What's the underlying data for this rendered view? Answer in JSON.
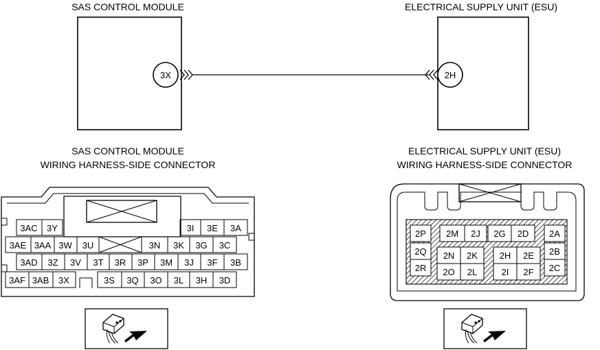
{
  "top": {
    "left_title": "SAS CONTROL MODULE",
    "right_title": "ELECTRICAL SUPPLY UNIT (ESU)",
    "left_terminal": "3X",
    "right_terminal": "2H"
  },
  "left_connector": {
    "title_line1": "SAS CONTROL MODULE",
    "title_line2": "WIRING HARNESS-SIDE CONNECTOR",
    "pins": [
      "3AC",
      "3Y",
      "3I",
      "3E",
      "3A",
      "3AE",
      "3AA",
      "3W",
      "3U",
      "3N",
      "3K",
      "3G",
      "3C",
      "3AD",
      "3Z",
      "3V",
      "3T",
      "3R",
      "3P",
      "3M",
      "3J",
      "3F",
      "3B",
      "3AF",
      "3AB",
      "3X",
      "3S",
      "3Q",
      "3O",
      "3L",
      "3H",
      "3D"
    ]
  },
  "right_connector": {
    "title_line1": "ELECTRICAL SUPPLY UNIT (ESU)",
    "title_line2": "WIRING HARNESS-SIDE CONNECTOR",
    "pins": [
      "2P",
      "2M",
      "2J",
      "2G",
      "2D",
      "2A",
      "2Q",
      "2N",
      "2K",
      "2H",
      "2E",
      "2B",
      "2R",
      "2O",
      "2L",
      "2I",
      "2F",
      "2C"
    ]
  }
}
